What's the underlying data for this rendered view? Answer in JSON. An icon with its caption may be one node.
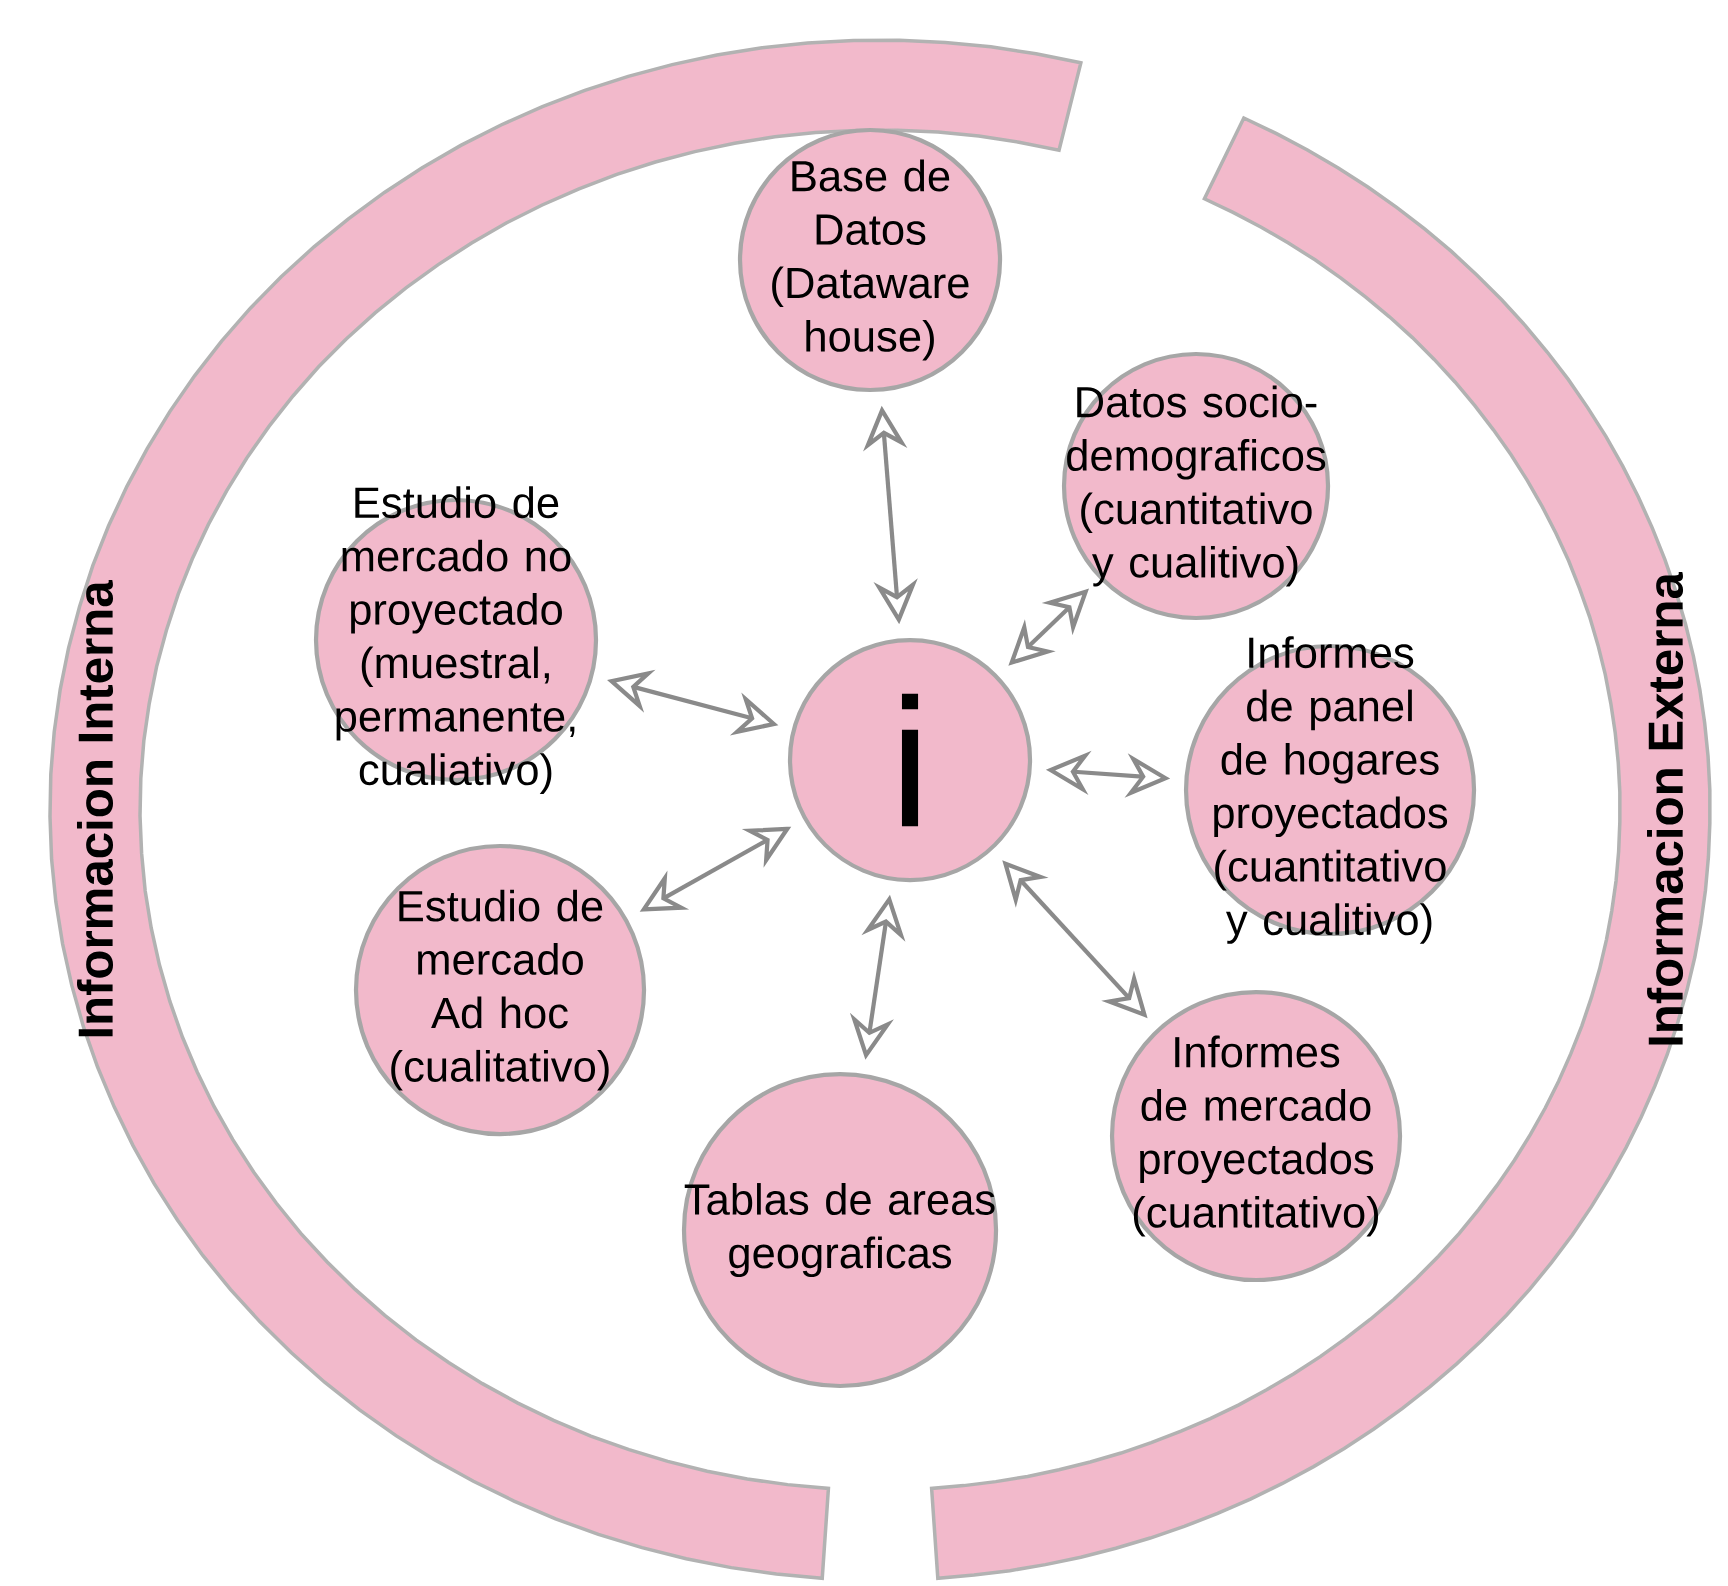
{
  "diagram": {
    "nodes": [
      {
        "text": [
          "Informacion Interna"
        ]
      },
      {
        "text": [
          "Informacion Externa"
        ]
      },
      {
        "text": [
          "i"
        ]
      },
      {
        "text": [
          "Base de Datos (Dataware house)"
        ]
      },
      {
        "text": [
          "Datos socio-demograficos (cuantitativo y cualitivo)"
        ]
      },
      {
        "text": [
          "Estudio de mercado no proyectado (muestral, permanente, cualiativo)"
        ]
      },
      {
        "text": [
          "Informes de panel de hogares proyectados (cuantitativo y cualitivo)"
        ]
      },
      {
        "text": [
          "Estudio de mercado Ad hoc (cualitativo)"
        ]
      },
      {
        "text": [
          "Informes de mercado proyectados (cuantitativo)"
        ]
      },
      {
        "text": [
          "Tablas de areas geograficas"
        ]
      }
    ],
    "edges": [
      {
        "from": 2,
        "to": 3,
        "arrow": "both"
      },
      {
        "from": 2,
        "to": 4,
        "arrow": "both"
      },
      {
        "from": 2,
        "to": 5,
        "arrow": "both"
      },
      {
        "from": 2,
        "to": 6,
        "arrow": "both"
      },
      {
        "from": 2,
        "to": 7,
        "arrow": "both"
      },
      {
        "from": 2,
        "to": 8,
        "arrow": "both"
      },
      {
        "from": 2,
        "to": 9,
        "arrow": "both"
      }
    ]
  }
}
